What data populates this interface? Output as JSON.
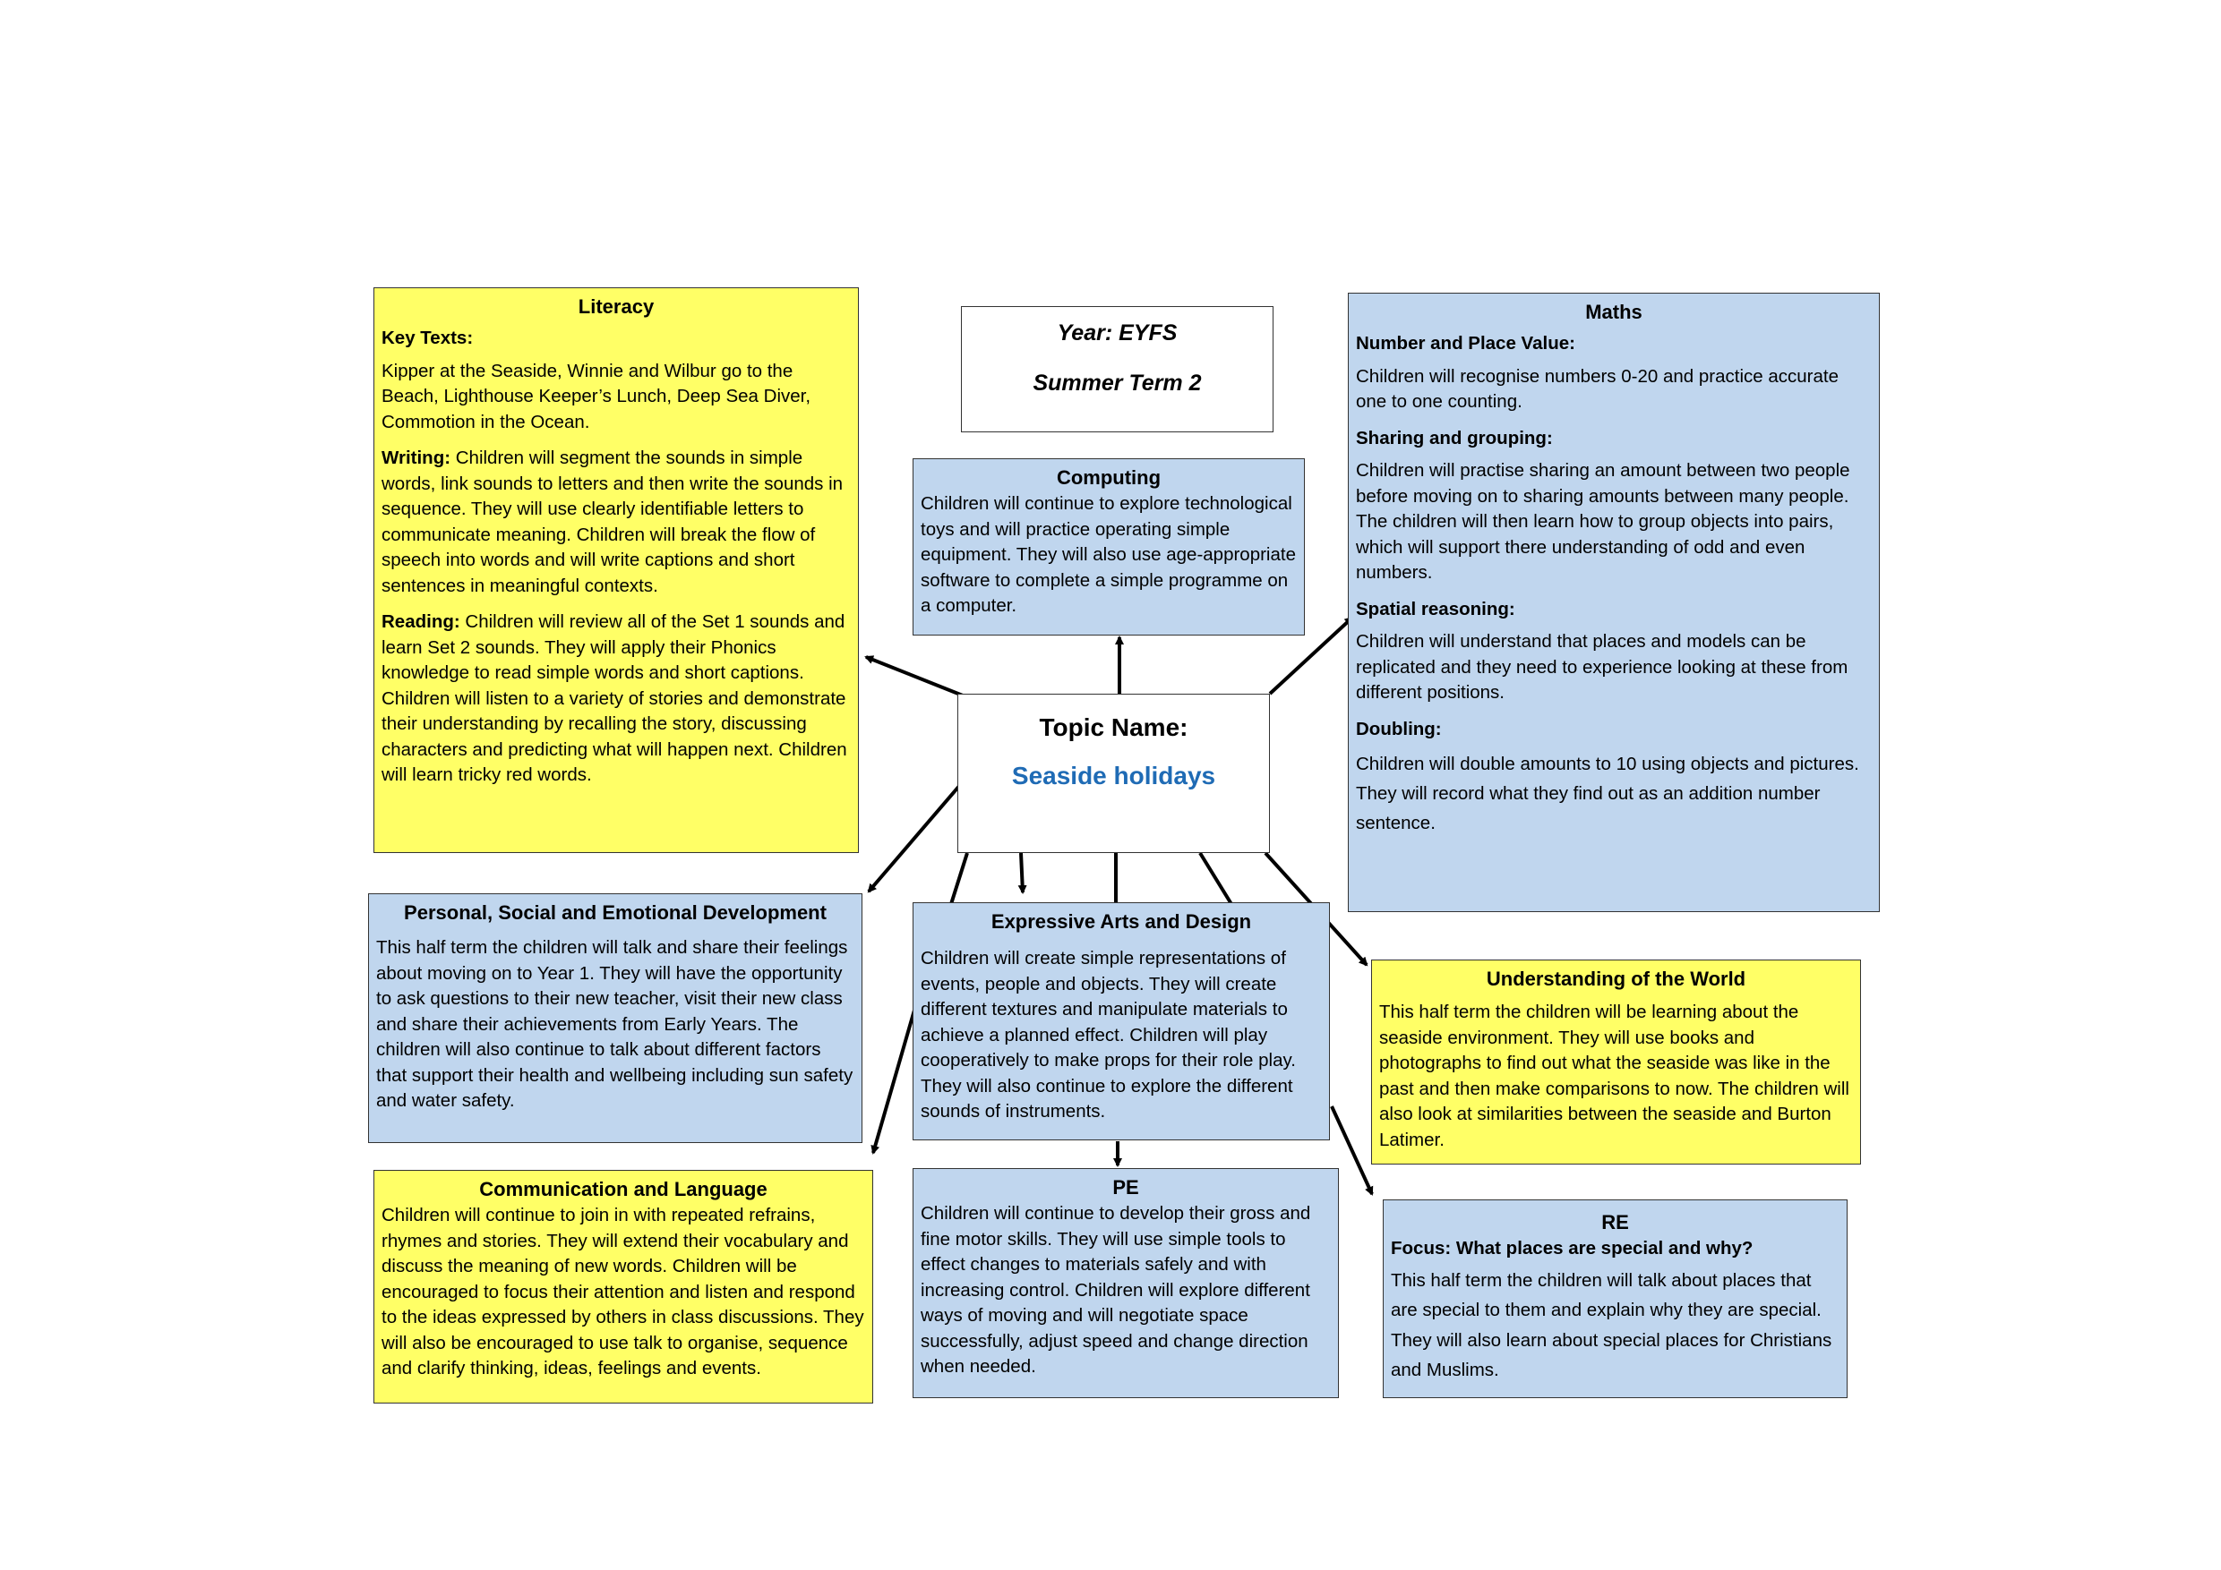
{
  "colors": {
    "yellow": "#ffff66",
    "blue": "#c0d6ee",
    "topic_name": "#1f6bb5"
  },
  "year": {
    "line1": "Year: EYFS",
    "line2": "Summer Term 2"
  },
  "topic": {
    "label": "Topic Name:",
    "name": "Seaside holidays"
  },
  "literacy": {
    "title": "Literacy",
    "key_texts_label": "Key Texts:",
    "key_texts": "Kipper at the Seaside, Winnie and Wilbur go to the Beach, Lighthouse Keeper’s Lunch, Deep Sea Diver, Commotion in the Ocean.",
    "writing_label": "Writing:",
    "writing": " Children will segment the sounds in simple words, link sounds to letters and then write the sounds in sequence. They will use clearly identifiable letters to communicate meaning. Children will break the flow of speech into words and will write captions and short sentences in meaningful contexts.",
    "reading_label": "Reading:",
    "reading": " Children will review all of the Set 1 sounds and learn Set 2 sounds. They will apply their Phonics knowledge to read simple words and short captions. Children will listen to a variety of stories and demonstrate their understanding by recalling the story, discussing characters and predicting what will happen next. Children will learn tricky red words."
  },
  "computing": {
    "title": "Computing",
    "text": "Children will continue to explore technological toys and will practice operating simple equipment. They will also use age-appropriate software to complete a simple programme on a computer."
  },
  "maths": {
    "title": "Maths",
    "s1_label": "Number and Place Value:",
    "s1": "Children will recognise numbers 0-20 and practice accurate one to one counting.",
    "s2_label": "Sharing and grouping:",
    "s2": "Children will practise sharing an amount between two people before moving on to sharing amounts between many people. The children will then learn how to group objects into pairs, which will support there understanding of odd and even numbers.",
    "s3_label": "Spatial reasoning:",
    "s3": "Children will understand that places and models can be replicated and they need to experience looking at these from different positions.",
    "s4_label": "Doubling:",
    "s4": "Children will double amounts to 10 using objects and pictures. They will record what they find out as an addition number sentence."
  },
  "psed": {
    "title": "Personal, Social and Emotional Development",
    "text": "This half term the children will talk and share their feelings about moving on to Year 1.  They will have the opportunity to ask questions to their new teacher, visit their new class and share their achievements from Early Years. The children will also continue to talk about different factors that support their health and wellbeing including sun safety and water safety."
  },
  "ead": {
    "title": "Expressive Arts and Design",
    "text": "Children will create simple representations of events, people and objects. They will create different textures and manipulate materials to achieve a planned effect. Children will play cooperatively to make props for their role play. They will also continue to explore the different sounds of instruments."
  },
  "utw": {
    "title": "Understanding of the World",
    "text": "This half term the children will be learning about the seaside environment. They will use books and photographs to find out what the seaside was like in the past and then make comparisons to now. The children will also look at similarities between the seaside and Burton Latimer."
  },
  "cl": {
    "title": "Communication and Language",
    "text": "Children will continue to join in with repeated refrains, rhymes and stories. They will extend their vocabulary and discuss the meaning of new words. Children will be encouraged to focus their attention and listen and respond to the ideas expressed by others in class discussions. They will also be encouraged to use talk to organise, sequence and clarify thinking, ideas, feelings and events."
  },
  "pe": {
    "title": "PE",
    "text": "Children will continue to develop their gross and fine motor skills. They will use simple tools to effect changes to materials safely and with increasing control. Children will explore different ways of moving and will negotiate space successfully, adjust speed and change direction when needed."
  },
  "re": {
    "title": "RE",
    "focus": "Focus: What places are special and why?",
    "text": "This half term the children will talk about places that are special to them and explain why they are special. They will also learn about special places for Christians and Muslims."
  }
}
